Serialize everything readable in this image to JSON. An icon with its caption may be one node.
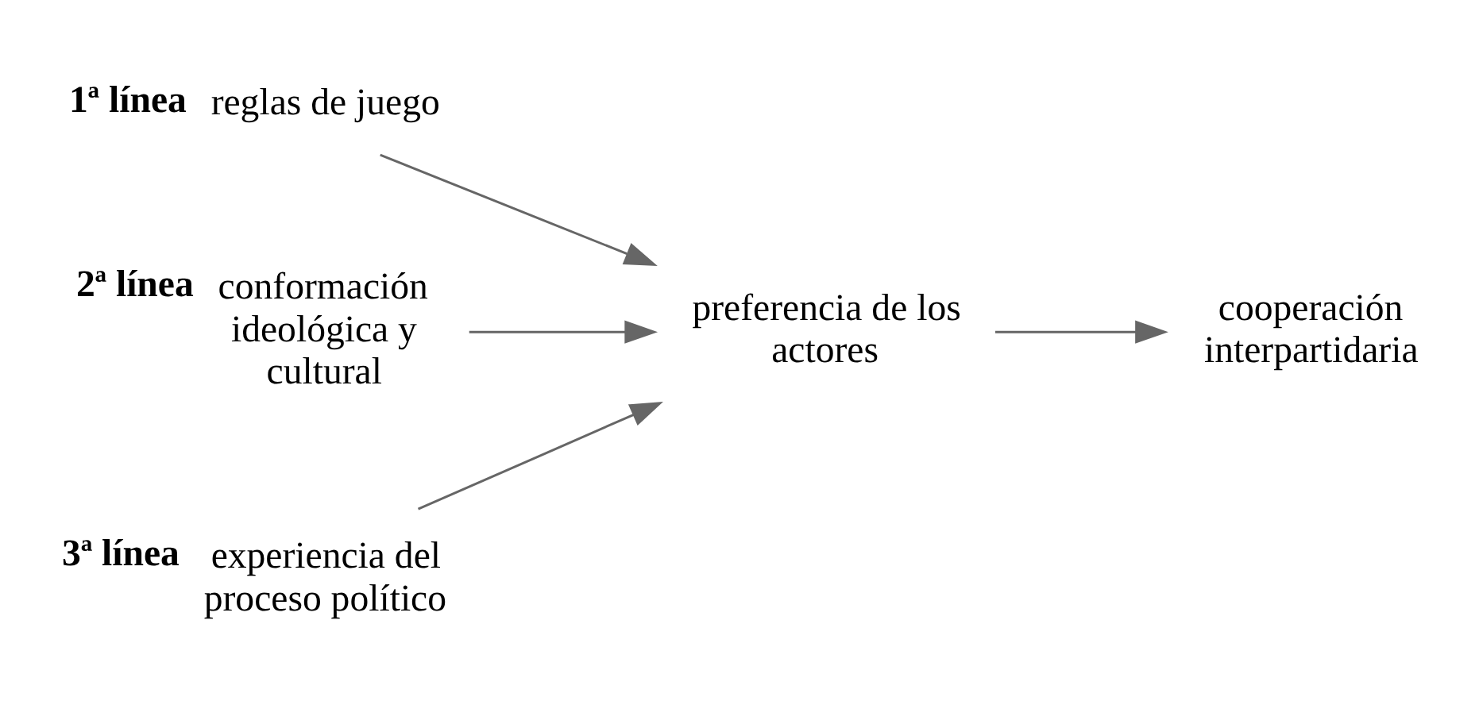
{
  "diagram": {
    "nodes": [
      {
        "text": [
          "reglas de juego"
        ],
        "beside": [
          "1ª línea"
        ]
      },
      {
        "text": [
          "conformación ideológica y cultural"
        ],
        "beside": [
          "2ª línea"
        ]
      },
      {
        "text": [
          "experiencia del proceso político"
        ],
        "beside": [
          "3ª línea"
        ]
      },
      {
        "text": [
          "preferencia de los actores"
        ]
      },
      {
        "text": [
          "cooperación interpartidaria"
        ]
      }
    ],
    "edges": [
      {
        "from": 0,
        "to": 3,
        "arrow": "to"
      },
      {
        "from": 1,
        "to": 3,
        "arrow": "to"
      },
      {
        "from": 2,
        "to": 3,
        "arrow": "to"
      },
      {
        "from": 3,
        "to": 4,
        "arrow": "to"
      }
    ]
  }
}
